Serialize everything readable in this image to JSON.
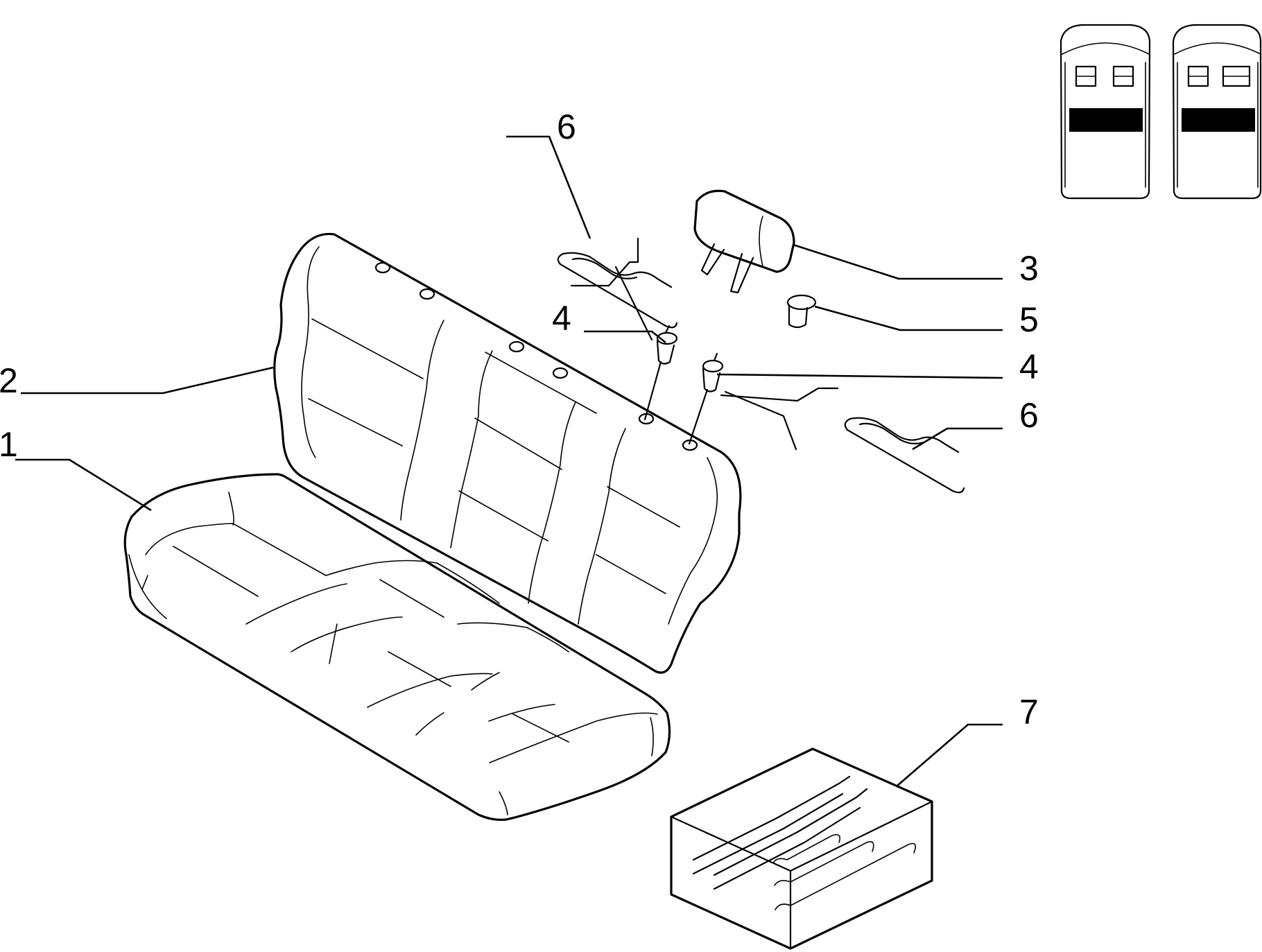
{
  "callouts": [
    {
      "id": "1",
      "text": "1"
    },
    {
      "id": "2",
      "text": "2"
    },
    {
      "id": "3",
      "text": "3"
    },
    {
      "id": "4a",
      "text": "4"
    },
    {
      "id": "4b",
      "text": "4"
    },
    {
      "id": "5",
      "text": "5"
    },
    {
      "id": "6a",
      "text": "6"
    },
    {
      "id": "6b",
      "text": "6"
    },
    {
      "id": "7",
      "text": "7"
    }
  ],
  "colors": {
    "line": "#000000",
    "background": "#ffffff"
  },
  "icons": [
    "seat-cushion-icon",
    "backrest-icon",
    "headrest-icon",
    "bush-icon",
    "clip-icon",
    "spring-clip-icon",
    "hardware-kit-icon",
    "seat-position-icon"
  ]
}
